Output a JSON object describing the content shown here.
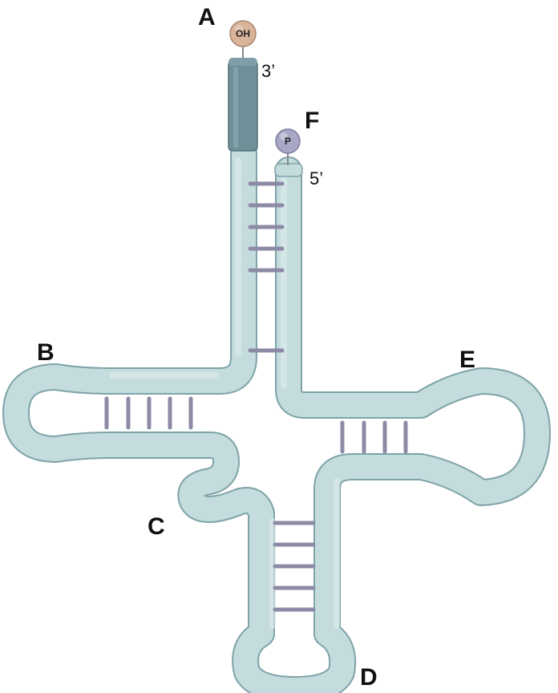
{
  "labels": {
    "a": "A",
    "b": "B",
    "c": "C",
    "d": "D",
    "e": "E",
    "f": "F"
  },
  "ends": {
    "three_prime": "3’",
    "five_prime": "5’"
  },
  "caps": {
    "oh": "OH",
    "p": "P"
  },
  "colors": {
    "strand_fill": "#c4dcdd",
    "strand_edge": "#7ea3a8",
    "acceptor_stem": "#6f8f99",
    "base_pair": "#8d8aa6",
    "oh_cap": "#d9b49a",
    "p_cap": "#a9a7c6"
  }
}
